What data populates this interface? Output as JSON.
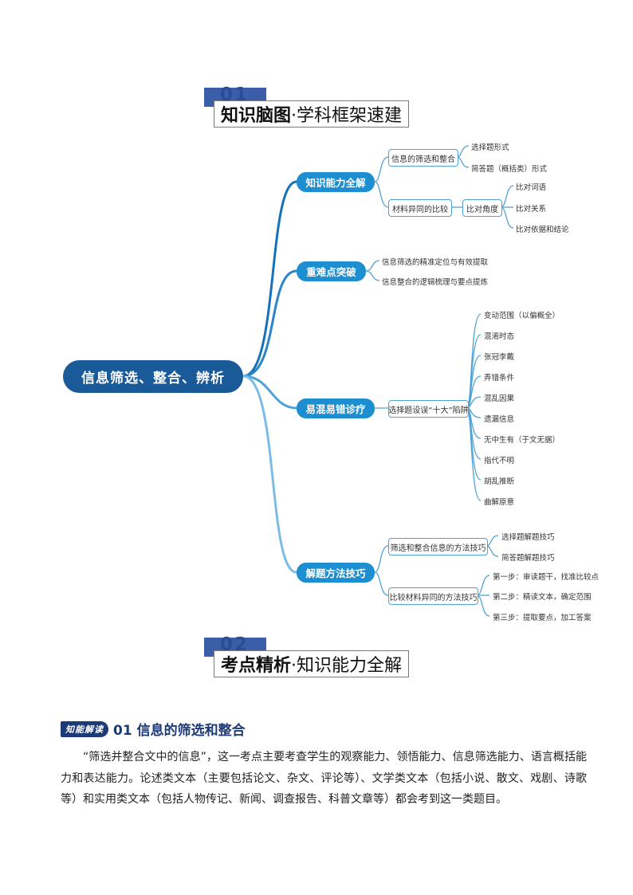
{
  "section1": {
    "number": "01",
    "title_bold": "知识脑图",
    "title_rest": "·学科框架速建"
  },
  "section2": {
    "number": "02",
    "title_bold": "考点精析",
    "title_rest": "·知识能力全解"
  },
  "mindmap": {
    "root": "信息筛选、整合、辨析",
    "branches": [
      {
        "label": "知识能力全解",
        "children": [
          {
            "label": "信息的筛选和整合",
            "leaves": [
              "选择题形式",
              "简答题（概括类）形式"
            ]
          },
          {
            "label": "材料异同的比较",
            "sub": {
              "label": "比对角度",
              "leaves": [
                "比对词语",
                "比对关系",
                "比对依据和结论"
              ]
            }
          }
        ]
      },
      {
        "label": "重难点突破",
        "leaves": [
          "信息筛选的精准定位与有效提取",
          "信息整合的逻辑梳理与要点提炼"
        ]
      },
      {
        "label": "易混易错诊疗",
        "children": [
          {
            "label": "选择题设误“十大”陷阱",
            "leaves": [
              "变动范围（以偏概全）",
              "混淆时态",
              "张冠李戴",
              "弄错条件",
              "混乱因果",
              "遗漏信息",
              "无中生有（于文无据）",
              "指代不明",
              "胡乱推断",
              "曲解原意"
            ]
          }
        ]
      },
      {
        "label": "解题方法技巧",
        "children": [
          {
            "label": "筛选和整合信息的方法技巧",
            "leaves": [
              "选择题解题技巧",
              "简答题解题技巧"
            ]
          },
          {
            "label": "比较材料异同的方法技巧",
            "leaves": [
              "第一步：审读题干，找准比较点",
              "第二步：精读文本，确定范围",
              "第三步：提取要点，加工答案"
            ]
          }
        ]
      }
    ]
  },
  "reading": {
    "badge": "知能解读",
    "title": "01 信息的筛选和整合",
    "paragraph": "“筛选并整合文中的信息”，这一考点主要考查学生的观察能力、领悟能力、信息筛选能力、语言概括能力和表达能力。论述类文本（主要包括论文、杂文、评论等）、文学类文本（包括小说、散文、戏剧、诗歌等）和实用类文本（包括人物传记、新闻、调查报告、科普文章等）都会考到这一类题目。"
  },
  "colors": {
    "root": "#1a5a99",
    "branch": "#1d8ed0",
    "line": "#4fa2d6",
    "header_tab": "#3a5ea8",
    "badge": "#1c3a78"
  }
}
